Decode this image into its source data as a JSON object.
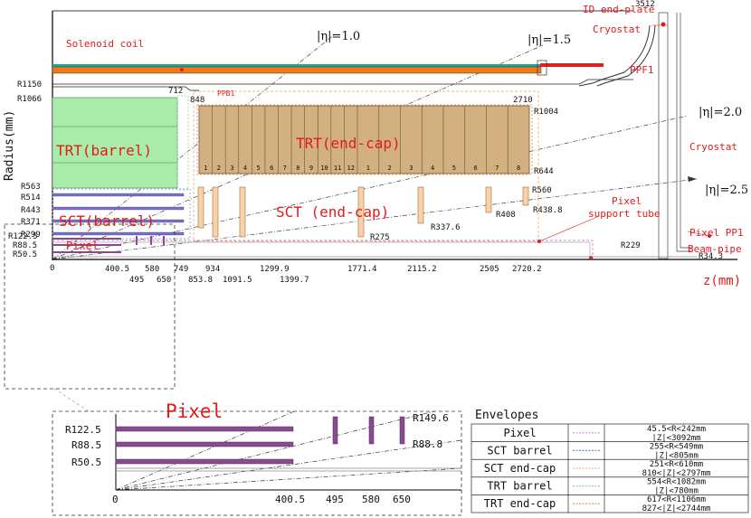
{
  "axes": {
    "y_label": "Radius(mm)",
    "x_label": "z(mm)"
  },
  "eta_labels": [
    "|η|=1.0",
    "|η|=1.5",
    "|η|=2.0",
    "|η|=2.5"
  ],
  "component_labels": {
    "solenoid": "Solenoid coil",
    "id_endplate": "ID end-plate",
    "cryostat_top": "Cryostat",
    "ppf1": "PPF1",
    "cryostat_right": "Cryostat",
    "ppb1": "PPB1",
    "trt_barrel": "TRT(barrel)",
    "trt_endcap": "TRT(end-cap)",
    "sct_barrel": "SCT(barrel)",
    "sct_endcap": "SCT (end-cap)",
    "pixel": "Pixel",
    "pixel_support_1": "Pixel",
    "pixel_support_2": "support tube",
    "pixel_pp1": "Pixel PP1",
    "beam_pipe": "Beam-pipe",
    "pixel_zoom": "Pixel"
  },
  "radius_labels": {
    "r1150": "R1150",
    "r1066": "R1066",
    "r563": "R563",
    "r514": "R514",
    "r443": "R443",
    "r371": "R371",
    "r299": "R299",
    "r122": "R122.5",
    "r88": "R88.5",
    "r50": "R50.5",
    "r1004": "R1004",
    "r644": "R644",
    "r560": "R560",
    "r438": "R438.8",
    "r408": "R408",
    "r337": "R337.6",
    "r275": "R275",
    "r229": "R229",
    "r34": "R34.3"
  },
  "z_labels": {
    "z3512": "3512",
    "z712": "712",
    "z848": "848",
    "z2710": "2710",
    "z0": "0",
    "z400": "400.5",
    "z580": "580",
    "z749": "749",
    "z934": "934",
    "z1299": "1299.9",
    "z1771": "1771.4",
    "z2115": "2115.2",
    "z2505": "2505",
    "z2720": "2720.2",
    "z495": "495",
    "z650": "650",
    "z853": "853.8",
    "z1091": "1091.5",
    "z1399": "1399.7"
  },
  "trt_wheel_numbers": [
    "1",
    "2",
    "3",
    "4",
    "5",
    "6",
    "7",
    "8",
    "9",
    "10",
    "11",
    "12",
    "1",
    "2",
    "3",
    "4",
    "5",
    "6",
    "7",
    "8"
  ],
  "zoom_labels": {
    "r122": "R122.5",
    "r88": "R88.5",
    "r50": "R50.5",
    "r149": "R149.6",
    "r88_8": "R88.8",
    "z0": "0",
    "z400": "400.5",
    "z495": "495",
    "z580": "580",
    "z650": "650"
  },
  "envelopes": {
    "title": "Envelopes",
    "rows": [
      {
        "name": "Pixel",
        "line1": "45.5<R<242mm",
        "line2": "|Z|<3092mm",
        "color": "#d58bd6"
      },
      {
        "name": "SCT barrel",
        "line1": "255<R<549mm",
        "line2": "|Z|<805mm",
        "color": "#6a8fd8"
      },
      {
        "name": "SCT end-cap",
        "line1": "251<R<610mm",
        "line2": "810<|Z|<2797mm",
        "color": "#f2b77a"
      },
      {
        "name": "TRT barrel",
        "line1": "554<R<1082mm",
        "line2": "|Z|<780mm",
        "color": "#7fd99a"
      },
      {
        "name": "TRT end-cap",
        "line1": "617<R<1106mm",
        "line2": "827<|Z|<2744mm",
        "color": "#e08a3a"
      }
    ]
  },
  "colors": {
    "trt_barrel_fill": "#a9ecaa",
    "trt_endcap_fill": "#d2b07f",
    "sct_module": "#7a6fd0",
    "sct_disk_fill": "#f9d2aa",
    "pixel_layer": "#8a4b8e",
    "solenoid_orange": "#f07a1a",
    "solenoid_teal": "#1fa39a",
    "label_red": "#e21b1b"
  }
}
